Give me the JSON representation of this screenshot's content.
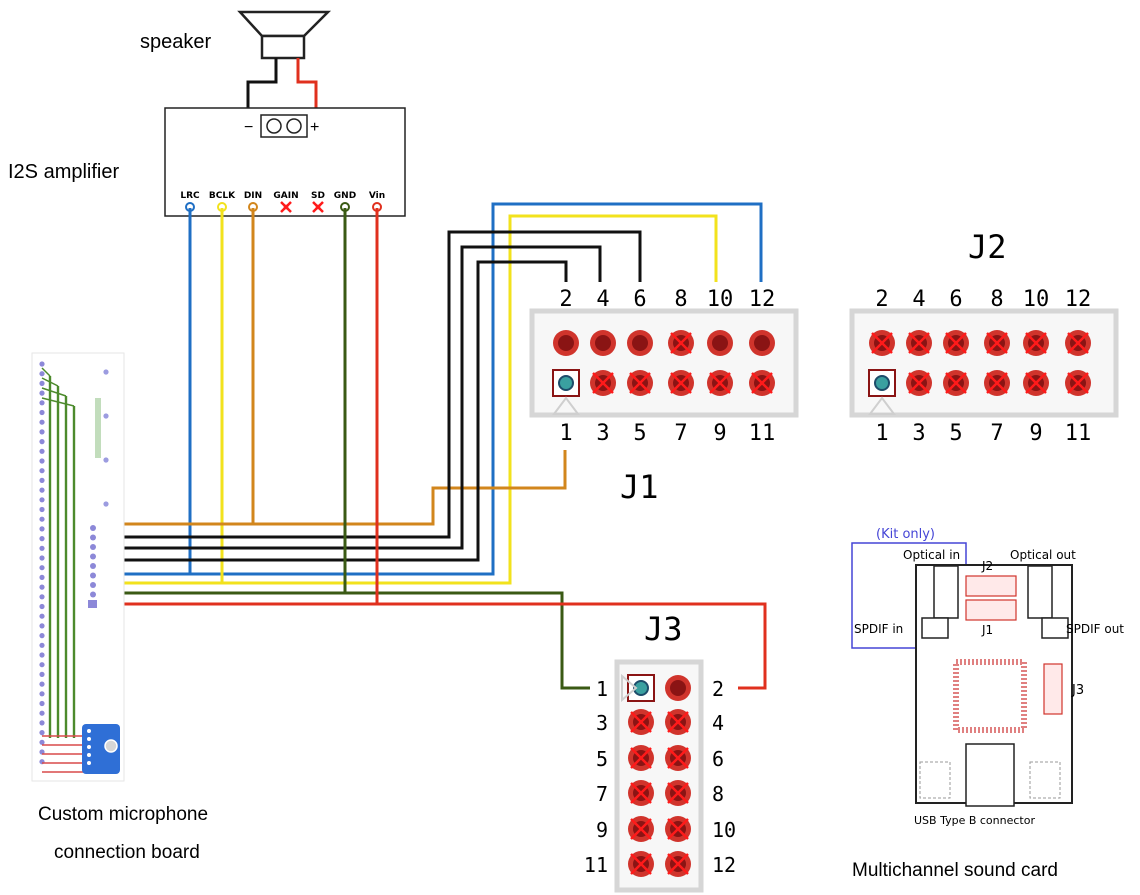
{
  "labels": {
    "speaker": "speaker",
    "amplifier": "I2S amplifier",
    "mic_board_line1": "Custom microphone",
    "mic_board_line2": "connection board",
    "soundcard": "Multichannel sound card"
  },
  "amp": {
    "minus": "−",
    "plus": "+",
    "pins": [
      "LRC",
      "BCLK",
      "DIN",
      "GAIN",
      "SD",
      "GND",
      "Vin"
    ]
  },
  "j1": {
    "title": "J1",
    "top_numbers": [
      "2",
      "4",
      "6",
      "8",
      "10",
      "12"
    ],
    "bottom_numbers": [
      "1",
      "3",
      "5",
      "7",
      "9",
      "11"
    ]
  },
  "j2": {
    "title": "J2",
    "top_numbers": [
      "2",
      "4",
      "6",
      "8",
      "10",
      "12"
    ],
    "bottom_numbers": [
      "1",
      "3",
      "5",
      "7",
      "9",
      "11"
    ]
  },
  "j3": {
    "title": "J3",
    "left_numbers": [
      "1",
      "3",
      "5",
      "7",
      "9",
      "11"
    ],
    "right_numbers": [
      "2",
      "4",
      "6",
      "8",
      "10",
      "12"
    ]
  },
  "card": {
    "kit_only": "(Kit only)",
    "optical_in": "Optical in",
    "optical_out": "Optical out",
    "j2": "J2",
    "j1": "J1",
    "j3": "J3",
    "spdif_in": "SPDIF in",
    "spdif_out": "SPDIF out",
    "usb": "USB Type B connector"
  },
  "colors": {
    "blue": "#1f6fc4",
    "yellow": "#f2e21c",
    "orange": "#d2861c",
    "black": "#111111",
    "darkgreen": "#3a5a14",
    "red": "#e0301e",
    "pin_red": "#d0342c",
    "pin_dark": "#8a1414",
    "cross": "#ff1a1a",
    "board_purple": "#8c88d8",
    "board_green": "#4c8a2c",
    "module_blue": "#2f6fd6",
    "kit_box": "#4545d6"
  }
}
